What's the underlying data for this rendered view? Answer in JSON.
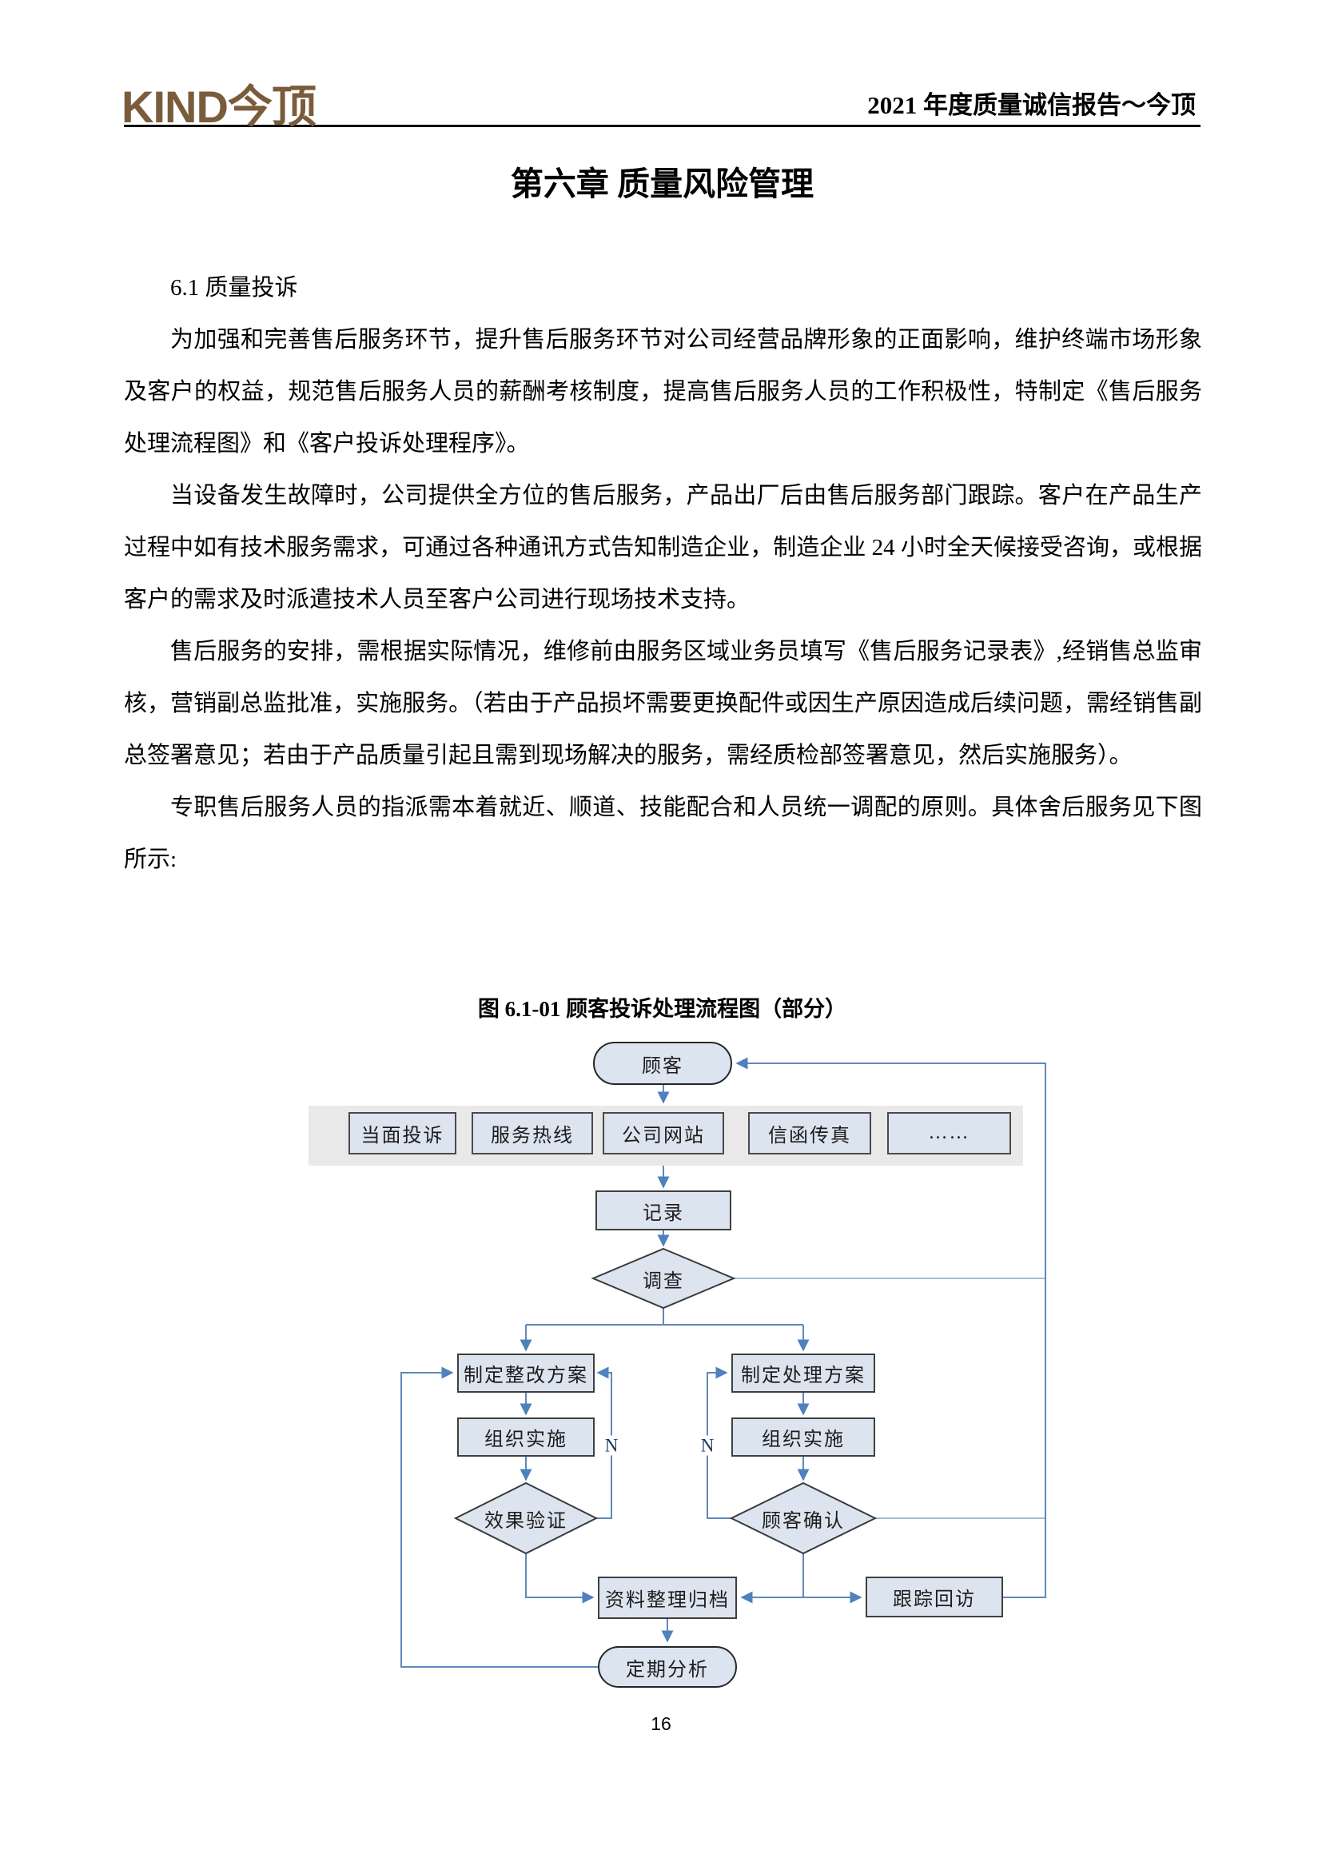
{
  "header": {
    "logo": "KIND今顶",
    "report_title": "2021 年度质量诚信报告～今顶"
  },
  "chapter_title": "第六章 质量风险管理",
  "section_heading": "6.1 质量投诉",
  "paragraphs": [
    "为加强和完善售后服务环节，提升售后服务环节对公司经营品牌形象的正面影响，维护终端市场形象及客户的权益，规范售后服务人员的薪酬考核制度，提高售后服务人员的工作积极性，特制定《售后服务处理流程图》和《客户投诉处理程序》。",
    "当设备发生故障时，公司提供全方位的售后服务，产品出厂后由售后服务部门跟踪。客户在产品生产过程中如有技术服务需求，可通过各种通讯方式告知制造企业，制造企业 24 小时全天候接受咨询，或根据客户的需求及时派遣技术人员至客户公司进行现场技术支持。",
    "售后服务的安排，需根据实际情况，维修前由服务区域业务员填写《售后服务记录表》,经销售总监审核，营销副总监批准，实施服务。（若由于产品损坏需要更换配件或因生产原因造成后续问题，需经销售副总签署意见；若由于产品质量引起且需到现场解决的服务，需经质检部签署意见，然后实施服务）。",
    "专职售后服务人员的指派需本着就近、顺道、技能配合和人员统一调配的原则。具体舍后服务见下图所示:"
  ],
  "figure": {
    "caption": "图 6.1-01 顾客投诉处理流程图（部分）",
    "nodes": {
      "customer": "顾客",
      "channel_1": "当面投诉",
      "channel_2": "服务热线",
      "channel_3": "公司网站",
      "channel_4": "信函传真",
      "channel_5": "……",
      "record": "记录",
      "investigate": "调查",
      "make_rectification_plan": "制定整改方案",
      "make_handling_plan": "制定处理方案",
      "implement_left": "组织实施",
      "implement_right": "组织实施",
      "effect_verification": "效果验证",
      "customer_confirmation": "顾客确认",
      "archive_materials": "资料整理归档",
      "follow_up_visit": "跟踪回访",
      "periodic_analysis": "定期分析"
    },
    "edge_labels": {
      "no_left": "N",
      "no_right": "N"
    }
  },
  "page_number": "16",
  "colors": {
    "brand-brown": "#7a5c3c",
    "node-fill": "#dce4f0",
    "band-gray": "#e9e9e9",
    "line-blue": "#5f88be",
    "line-blue-light": "#a6bbd9",
    "arrow-blue": "#4f81bd"
  }
}
